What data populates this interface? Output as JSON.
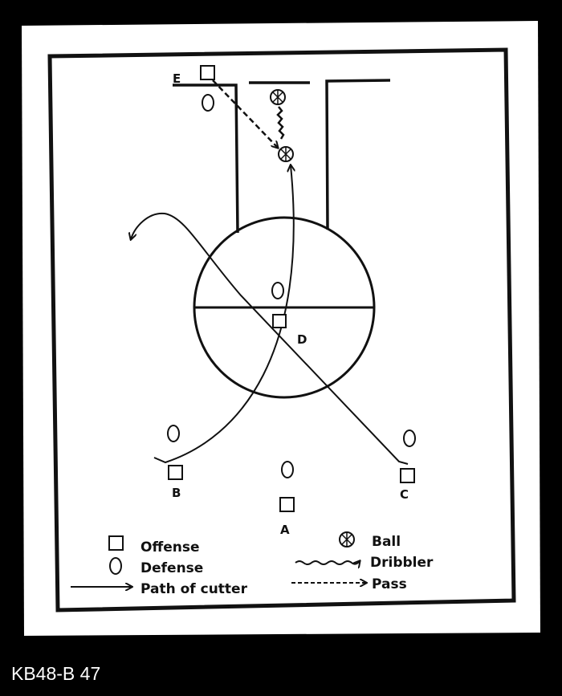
{
  "diagram": {
    "players": {
      "E": "E",
      "D": "D",
      "B": "B",
      "A": "A",
      "C": "C"
    },
    "legend": {
      "offense": "Offense",
      "defense": "Defense",
      "path_of_cutter": "Path of cutter",
      "ball": "Ball",
      "dribbler": "Dribbler",
      "pass": "Pass"
    }
  },
  "caption": "KB48-B 47",
  "colors": {
    "background": "#000000",
    "card": "#ffffff",
    "ink": "#111111"
  }
}
